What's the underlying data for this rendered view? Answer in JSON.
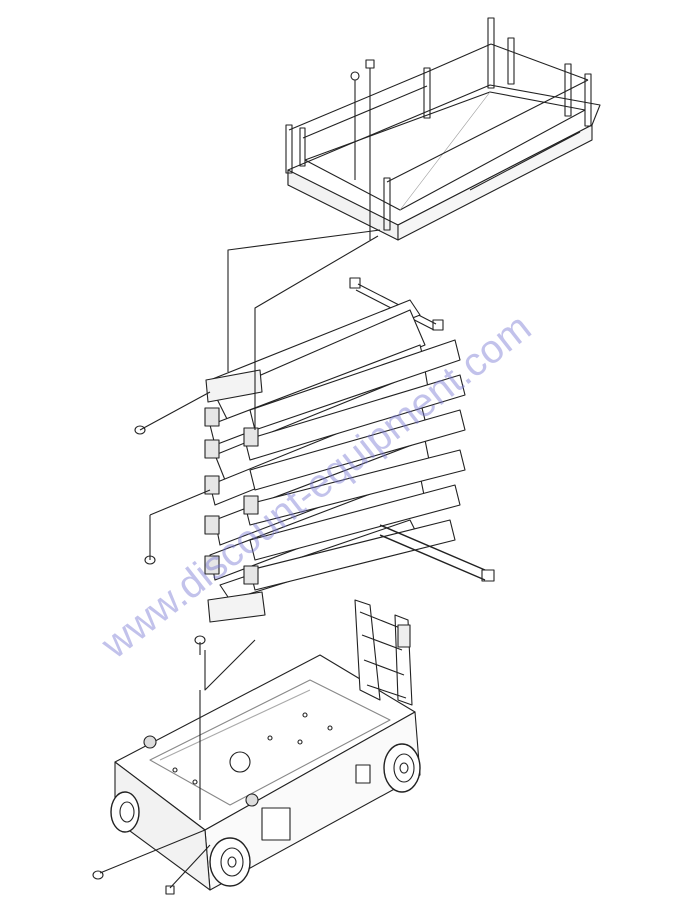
{
  "figure": {
    "kind": "exploded-view line drawing",
    "subject": "scissor lift assembly",
    "parts": [
      "platform-deck",
      "scissor-stack",
      "chassis-base",
      "ladder",
      "wheels",
      "pins",
      "bolts"
    ]
  },
  "watermark": {
    "text": "www.discount-equipment.com",
    "color": "#7878d2"
  }
}
